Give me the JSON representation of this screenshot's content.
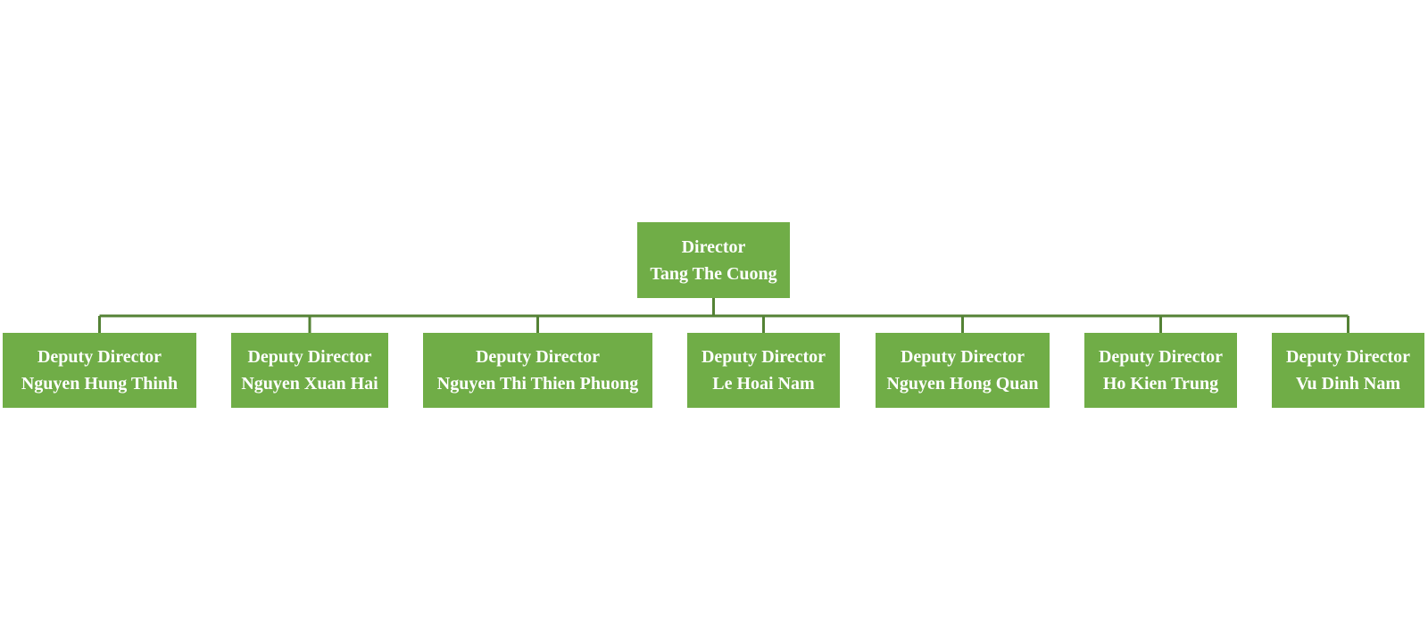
{
  "colors": {
    "box_fill": "#70ad47",
    "connector": "#548235",
    "text": "#ffffff",
    "background": "#ffffff"
  },
  "root": {
    "title": "Director",
    "name": "Tang The Cuong"
  },
  "deputies": [
    {
      "title": "Deputy Director",
      "name": "Nguyen Hung Thinh"
    },
    {
      "title": "Deputy Director",
      "name": "Nguyen Xuan Hai"
    },
    {
      "title": "Deputy Director",
      "name": "Nguyen Thi Thien Phuong"
    },
    {
      "title": "Deputy Director",
      "name": "Le Hoai Nam"
    },
    {
      "title": "Deputy Director",
      "name": "Nguyen Hong Quan"
    },
    {
      "title": "Deputy Director",
      "name": "Ho Kien Trung"
    },
    {
      "title": "Deputy Director",
      "name": "Vu Dinh Nam"
    }
  ]
}
